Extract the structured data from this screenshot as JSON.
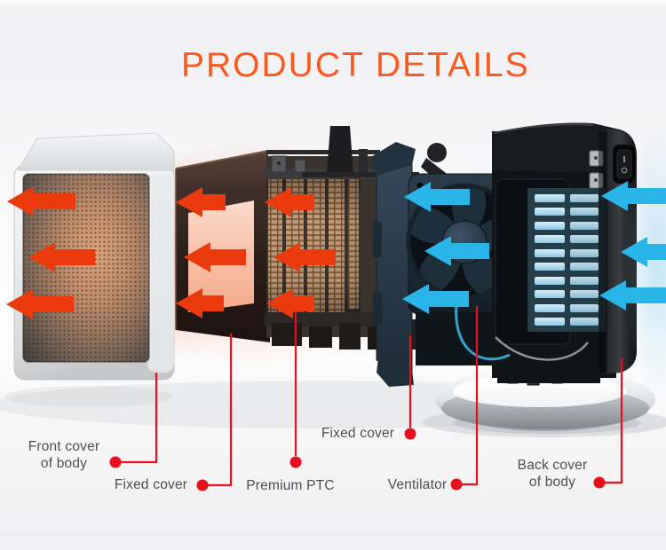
{
  "title": "PRODUCT DETAILS",
  "colors": {
    "title_orange": "#fa5a1f",
    "label_text": "#4f4f51",
    "leader_red": "#e8101c",
    "heat_arrow": "#ea3a0e",
    "air_arrow": "#29b5e8"
  },
  "labels": {
    "front_cover": {
      "line1": "Front cover",
      "line2": "of body"
    },
    "fixed_cover_front": {
      "text": "Fixed cover"
    },
    "premium_ptc": {
      "text": "Premium PTC"
    },
    "fixed_cover_rear": {
      "text": "Fixed cover"
    },
    "ventilator": {
      "text": "Ventilator"
    },
    "back_cover": {
      "line1": "Back cover",
      "line2": "of body"
    }
  },
  "arrows": {
    "heat_flow_count": 9,
    "air_flow_count": 6,
    "direction": "left"
  }
}
